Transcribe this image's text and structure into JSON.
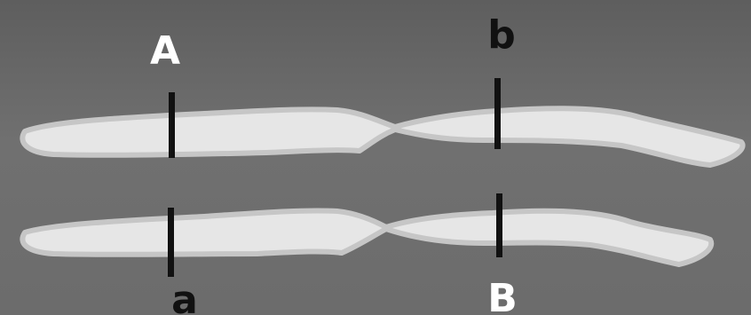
{
  "chromosome_top": {
    "allele_left": "A",
    "allele_right": "b"
  },
  "chromosome_bottom": {
    "allele_left": "a",
    "allele_right": "B"
  },
  "colors": {
    "background": "#6a6a6a",
    "chromatid_fill": "#e6e6e6",
    "chromatid_edge": "#c9c9c9",
    "marker": "#111111",
    "label_light": "#ffffff",
    "label_dark": "#111111"
  }
}
